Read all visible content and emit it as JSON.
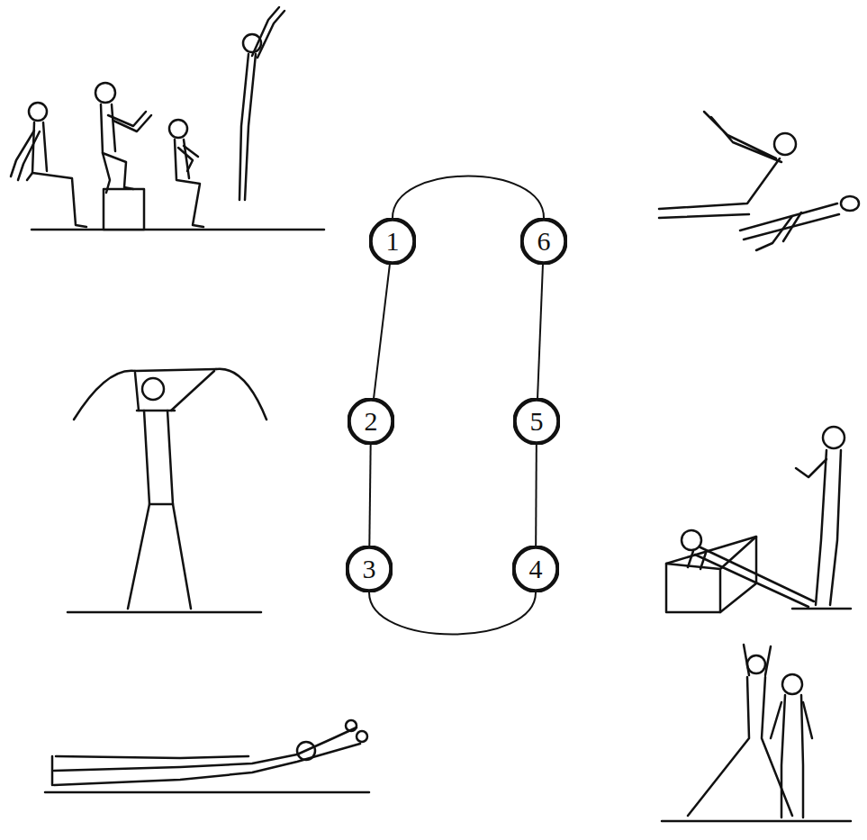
{
  "diagram": {
    "nodes": [
      {
        "text": [
          "1"
        ]
      },
      {
        "text": [
          "2"
        ]
      },
      {
        "text": [
          "3"
        ]
      },
      {
        "text": [
          "4"
        ]
      },
      {
        "text": [
          "5"
        ]
      },
      {
        "text": [
          "6"
        ]
      }
    ],
    "edges": [
      {
        "from": 0,
        "to": 1,
        "arrow": "none"
      },
      {
        "from": 1,
        "to": 2,
        "arrow": "none"
      },
      {
        "from": 2,
        "to": 3,
        "arrow": "none"
      },
      {
        "from": 3,
        "to": 4,
        "arrow": "none"
      },
      {
        "from": 4,
        "to": 5,
        "arrow": "none"
      },
      {
        "from": 5,
        "to": 0,
        "arrow": "none"
      }
    ]
  }
}
